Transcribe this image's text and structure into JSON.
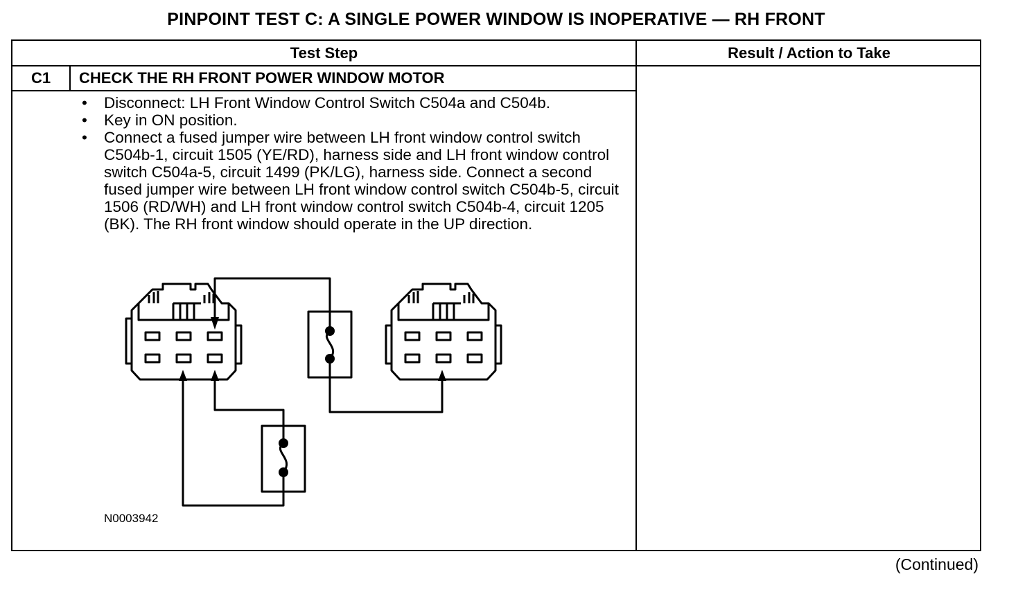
{
  "page": {
    "title": "PINPOINT TEST  C: A SINGLE POWER WINDOW IS INOPERATIVE — RH FRONT",
    "continued": "(Continued)"
  },
  "table": {
    "headers": {
      "test_step": "Test Step",
      "result_action": "Result / Action to Take"
    },
    "step": {
      "id": "C1",
      "title": "CHECK THE RH FRONT POWER WINDOW MOTOR",
      "bullets": [
        "Disconnect: LH Front Window Control Switch C504a and C504b.",
        "Key in ON position.",
        "Connect a fused jumper wire between LH front window control switch C504b-1, circuit 1505 (YE/RD), harness side and LH front window control switch C504a-5, circuit 1499 (PK/LG), harness side. Connect a second fused jumper wire between LH front window control switch C504b-5, circuit 1506 (RD/WH) and LH front window control switch C504b-4, circuit 1205 (BK). The RH front  window should operate in the UP direction."
      ],
      "figure_id": "N0003942"
    },
    "result_action_text": ""
  }
}
